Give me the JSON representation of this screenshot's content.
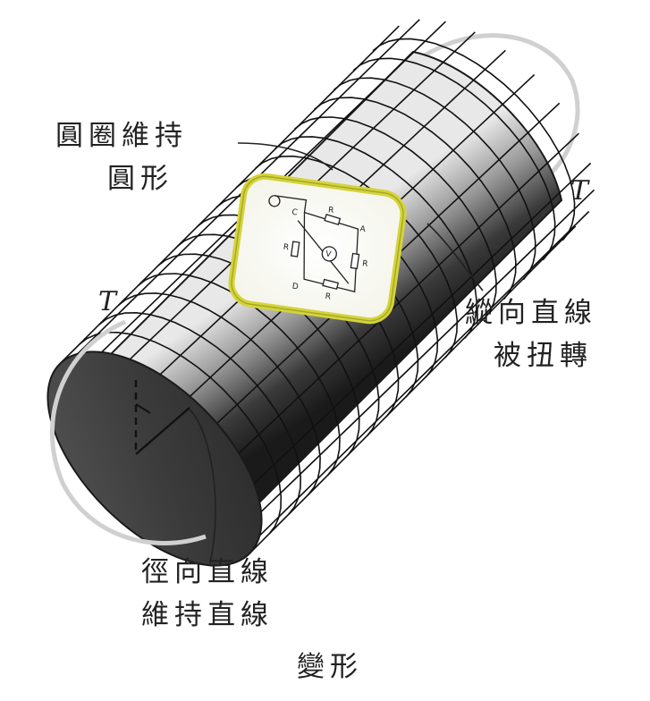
{
  "labels": {
    "circle_line1": "圓圈維持",
    "circle_line2": "圓形",
    "longitudinal_line1": "縱向直線",
    "longitudinal_line2": "被扭轉",
    "radial_line1": "徑向直線",
    "radial_line2": "維持直線",
    "deformation": "變形",
    "torque_top": "T",
    "torque_left": "T"
  },
  "gauge": {
    "nodes": [
      "A",
      "C",
      "D"
    ],
    "resistors": [
      "R",
      "R",
      "R",
      "R"
    ],
    "meter": "V",
    "border_color": "#d4d43a"
  }
}
